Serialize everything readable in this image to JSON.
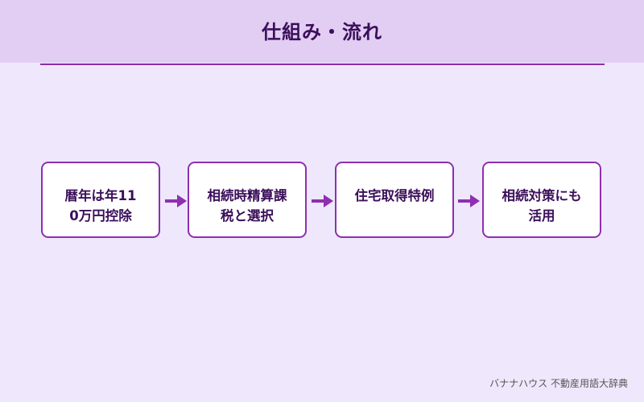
{
  "header": {
    "title": "仕組み・流れ"
  },
  "steps": [
    {
      "line1": "暦年は年11",
      "line2": "0万円控除"
    },
    {
      "line1": "相続時精算課",
      "line2": "税と選択"
    },
    {
      "line1": "住宅取得特例",
      "line2": ""
    },
    {
      "line1": "相続対策にも",
      "line2": "活用"
    }
  ],
  "footer": {
    "credit": "バナナハウス 不動産用語大辞典"
  },
  "colors": {
    "background": "#efe8fd",
    "header_band": "#e2cdf3",
    "accent": "#8e2fb0",
    "text": "#3b0f5a"
  }
}
